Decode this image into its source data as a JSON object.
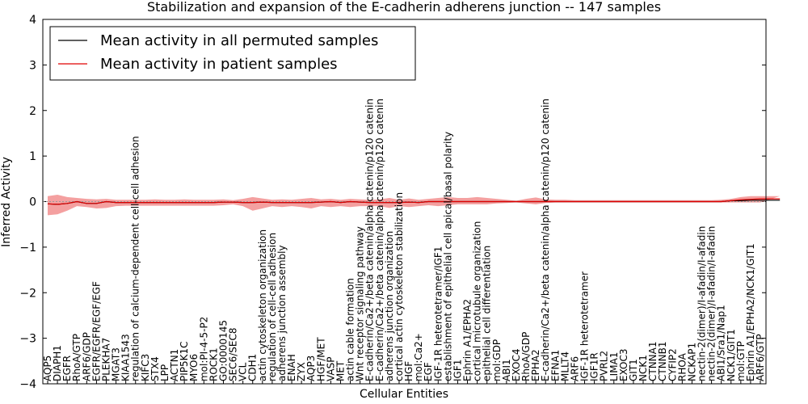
{
  "chart_data": {
    "type": "line",
    "title": "Stabilization and expansion of the E-cadherin adherens junction -- 147 samples",
    "xlabel": "Cellular Entities",
    "ylabel": "Inferred Activity",
    "ylim": [
      -4,
      4
    ],
    "yticks": [
      "−4",
      "−3",
      "−2",
      "−1",
      "0",
      "1",
      "2",
      "3",
      "4"
    ],
    "legend_position": "top-left",
    "grid": false,
    "colors": {
      "permuted": "#000000",
      "patient": "#e00000",
      "band": "#f08080",
      "baseline": "#888888"
    },
    "categories": [
      "AQP5",
      "DIAPH1",
      "EGFR",
      "RhoA/GTP",
      "ARF6/GDP",
      "EGFR/EGFR/EGF/EGF",
      "PLEKHA7",
      "MGAT3",
      "KIAA1543",
      "regulation of calcium-dependent cell-cell adhesion",
      "KIFC3",
      "STX4",
      "LPP",
      "ACTN1",
      "PIP5K1C",
      "MYO6",
      "mol:PI-4-5-P2",
      "ROCK1",
      "GO:0000145",
      "SEC6/SEC8",
      "VCL",
      "CDH1",
      "actin cytoskeleton organization",
      "regulation of cell-cell adhesion",
      "adherens junction assembly",
      "ENAH",
      "ZYX",
      "AQP3",
      "HGF/MET",
      "VASP",
      "MET",
      "actin cable formation",
      "Wnt receptor signaling pathway",
      "E-cadherin/Ca2+/beta catenin/alpha catenin/p120 catenin",
      "E-cadherin/Ca2+/beta catenin/alpha catenin/p120 catenin",
      "adherens junction organization",
      "cortical actin cytoskeleton stabilization",
      "HGF",
      "mol:Ca2+",
      "EGF",
      "IGF-1R heterotetramer/IGF1",
      "establishment of epithelial cell apical/basal polarity",
      "IGF1",
      "Ephrin A1/EPHA2",
      "cortical microtubule organization",
      "epithelial cell differentiation",
      "mol:GDP",
      "ABI1",
      "EXOC4",
      "RhoA/GDP",
      "EPHA2",
      "E-cadherin/Ca2+/beta catenin/alpha catenin/p120 catenin",
      "EFNA1",
      "MLLT4",
      "ARF6",
      "IGF-1R heterotetramer",
      "IGF1R",
      "PVRL2",
      "LIMA1",
      "EXOC3",
      "GIT1",
      "NCK1",
      "CTNNA1",
      "CTNNB1",
      "CYFIP2",
      "RHOA",
      "NCKAP1",
      "nectin-2(dimer)/I-afadin/I-afadin",
      "nectin-2(dimer)/I-afadin/I-afadin",
      "ABI1/Sra1/Nap1",
      "NCK1/GIT1",
      "mol:GTP",
      "Ephrin A1/EPHA2/NCK1/GIT1",
      "ARF6/GTP"
    ],
    "series": [
      {
        "name": "Mean activity in all permuted samples",
        "values": [
          -0.05,
          -0.06,
          -0.04,
          0.0,
          -0.04,
          -0.04,
          0.0,
          -0.02,
          -0.02,
          -0.02,
          -0.02,
          -0.02,
          -0.02,
          -0.02,
          -0.02,
          -0.02,
          -0.02,
          -0.02,
          -0.01,
          -0.01,
          -0.02,
          -0.02,
          -0.01,
          -0.02,
          -0.02,
          -0.02,
          -0.02,
          -0.02,
          -0.01,
          0.0,
          -0.02,
          0.0,
          -0.01,
          -0.02,
          -0.02,
          -0.02,
          -0.02,
          -0.01,
          -0.02,
          0.0,
          0.0,
          0.0,
          0.0,
          0.0,
          0.0,
          0.0,
          0.0,
          0.0,
          0.0,
          0.0,
          0.0,
          0.0,
          0.0,
          0.0,
          0.0,
          0.0,
          0.0,
          0.0,
          0.0,
          0.0,
          0.0,
          0.0,
          0.0,
          0.0,
          0.0,
          0.0,
          0.0,
          0.0,
          0.0,
          0.0,
          0.02,
          0.02,
          0.03,
          0.03,
          0.03,
          0.03
        ]
      },
      {
        "name": "Mean activity in patient samples",
        "values": [
          -0.05,
          -0.06,
          -0.04,
          0.0,
          -0.04,
          -0.04,
          0.0,
          -0.02,
          -0.02,
          -0.02,
          -0.02,
          -0.02,
          -0.02,
          -0.02,
          -0.02,
          -0.02,
          -0.02,
          -0.02,
          -0.01,
          -0.01,
          -0.02,
          -0.02,
          -0.01,
          -0.02,
          -0.02,
          -0.02,
          -0.02,
          -0.02,
          -0.01,
          0.0,
          -0.02,
          0.0,
          -0.01,
          -0.02,
          -0.02,
          -0.02,
          -0.02,
          -0.01,
          -0.02,
          0.0,
          0.0,
          0.0,
          0.0,
          0.0,
          0.0,
          0.0,
          0.0,
          0.0,
          0.0,
          0.0,
          0.0,
          0.0,
          0.0,
          0.0,
          0.0,
          0.0,
          0.0,
          0.0,
          0.0,
          0.0,
          0.0,
          0.0,
          0.0,
          0.0,
          0.0,
          0.0,
          0.0,
          0.0,
          0.0,
          0.0,
          0.02,
          0.04,
          0.05,
          0.06,
          0.06,
          0.06
        ]
      }
    ],
    "band_upper": [
      0.12,
      0.15,
      0.1,
      0.08,
      0.06,
      0.05,
      0.06,
      0.04,
      0.04,
      0.04,
      0.04,
      0.05,
      0.04,
      0.04,
      0.05,
      0.04,
      0.04,
      0.04,
      0.05,
      0.03,
      0.06,
      0.1,
      0.07,
      0.04,
      0.05,
      0.04,
      0.06,
      0.08,
      0.05,
      0.06,
      0.04,
      0.06,
      0.05,
      0.04,
      0.05,
      0.08,
      0.04,
      0.07,
      0.04,
      0.06,
      0.08,
      0.1,
      0.08,
      0.08,
      0.1,
      0.08,
      0.06,
      0.04,
      0.02,
      0.06,
      0.09,
      0.05,
      0.04,
      0.04,
      0.03,
      0.03,
      0.03,
      0.03,
      0.03,
      0.03,
      0.03,
      0.03,
      0.03,
      0.03,
      0.03,
      0.03,
      0.03,
      0.03,
      0.03,
      0.04,
      0.06,
      0.1,
      0.12,
      0.12,
      0.12,
      0.12
    ],
    "band_lower": [
      -0.3,
      -0.28,
      -0.2,
      -0.1,
      -0.12,
      -0.15,
      -0.14,
      -0.1,
      -0.09,
      -0.09,
      -0.09,
      -0.09,
      -0.09,
      -0.09,
      -0.09,
      -0.09,
      -0.09,
      -0.09,
      -0.08,
      -0.06,
      -0.1,
      -0.2,
      -0.15,
      -0.1,
      -0.12,
      -0.1,
      -0.12,
      -0.15,
      -0.1,
      -0.12,
      -0.1,
      -0.12,
      -0.1,
      -0.1,
      -0.1,
      -0.14,
      -0.1,
      -0.12,
      -0.1,
      -0.08,
      -0.1,
      -0.08,
      -0.06,
      -0.06,
      -0.06,
      -0.06,
      -0.04,
      -0.03,
      -0.02,
      -0.04,
      -0.06,
      -0.03,
      -0.02,
      -0.02,
      -0.02,
      -0.02,
      -0.02,
      -0.02,
      -0.02,
      -0.02,
      -0.02,
      -0.02,
      -0.02,
      -0.02,
      -0.02,
      -0.02,
      -0.02,
      -0.02,
      -0.02,
      -0.02,
      -0.02,
      -0.02,
      -0.02,
      -0.02,
      -0.02,
      -0.02
    ]
  }
}
